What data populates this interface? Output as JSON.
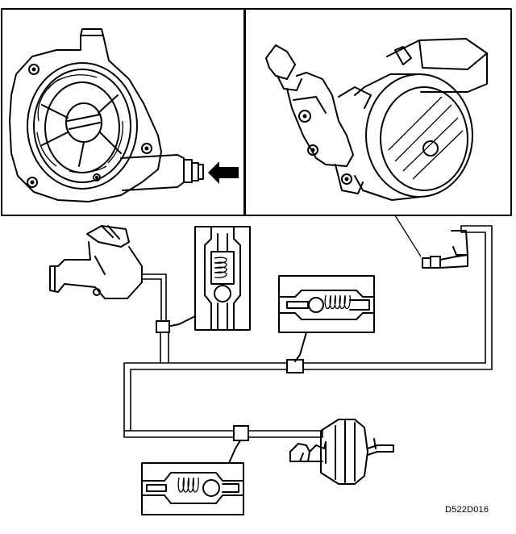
{
  "figure": {
    "reference_code": "D522D016",
    "panels": [
      "vacuum-pump-front-view",
      "vacuum-pump-side-view",
      "vacuum-circuit-schematic"
    ],
    "icons": [
      "arrow-icon",
      "vacuum-pump-icon",
      "brake-booster-icon",
      "check-valve-icon",
      "inline-connector-icon",
      "manifold-icon"
    ]
  }
}
